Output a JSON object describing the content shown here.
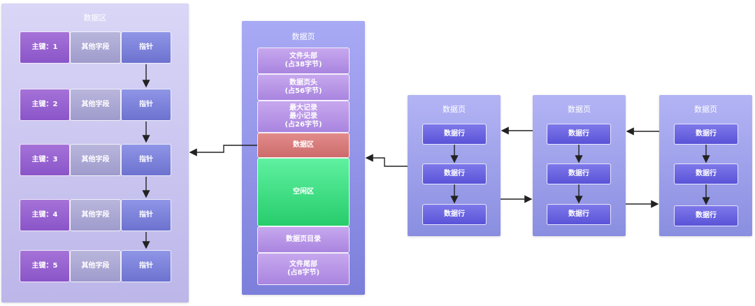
{
  "data_area": {
    "title": "数据区",
    "rows": [
      {
        "key": "主键：1",
        "other": "其他字段",
        "pointer": "指针"
      },
      {
        "key": "主键：2",
        "other": "其他字段",
        "pointer": "指针"
      },
      {
        "key": "主键：3",
        "other": "其他字段",
        "pointer": "指针"
      },
      {
        "key": "主键：4",
        "other": "其他字段",
        "pointer": "指针"
      },
      {
        "key": "主键：5",
        "other": "其他字段",
        "pointer": "指针"
      }
    ]
  },
  "data_page": {
    "title": "数据页",
    "segments": [
      "文件头部\n(占38字节)",
      "数据页头\n(占56字节)",
      "最大记录\n最小记录\n(占26字节)",
      "数据区",
      "空闲区",
      "数据页目录",
      "文件尾部\n(占8字节)"
    ]
  },
  "pages": [
    {
      "title": "数据页",
      "rows": [
        "数据行",
        "数据行",
        "数据行"
      ]
    },
    {
      "title": "数据页",
      "rows": [
        "数据行",
        "数据行",
        "数据行"
      ]
    },
    {
      "title": "数据页",
      "rows": [
        "数据行",
        "数据行",
        "数据行"
      ]
    }
  ]
}
